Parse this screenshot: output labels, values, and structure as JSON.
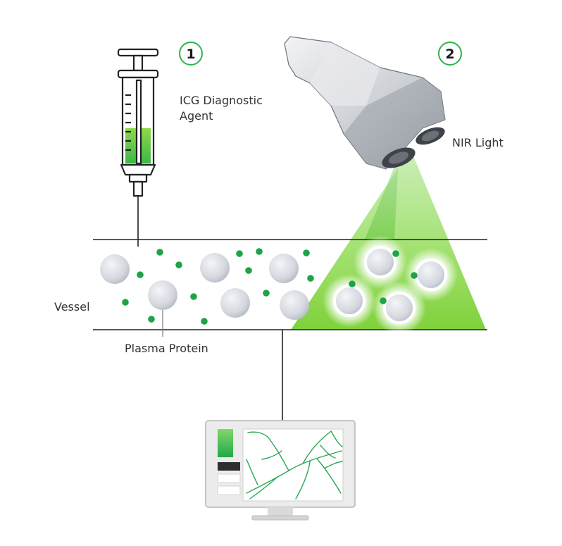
{
  "labels": {
    "agent_line1": "ICG Diagnostic",
    "agent_line2": "Agent",
    "nir": "NIR Light",
    "vessel": "Vessel",
    "protein": "Plasma Protein"
  },
  "steps": [
    "1",
    "2"
  ],
  "colors": {
    "accent_green": "#2db34a",
    "dot_green": "#1fa346",
    "light_green": "#8ed94a",
    "line": "#222222"
  },
  "icons": [
    "syringe-icon",
    "nir-camera-icon",
    "monitor-icon"
  ]
}
